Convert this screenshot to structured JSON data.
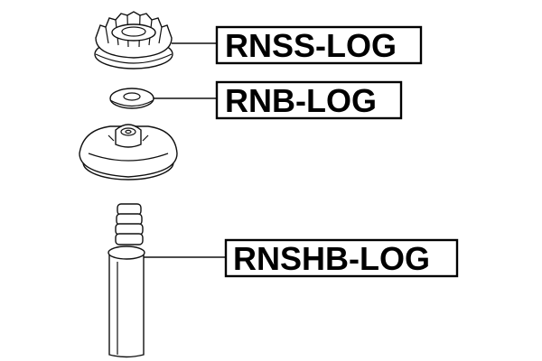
{
  "diagram": {
    "parts": [
      {
        "id": "mount-top",
        "label": "RNSS-LOG"
      },
      {
        "id": "bearing",
        "label": "RNB-LOG"
      },
      {
        "id": "bump-stop-and-boot",
        "label": "RNSHB-LOG"
      }
    ]
  }
}
